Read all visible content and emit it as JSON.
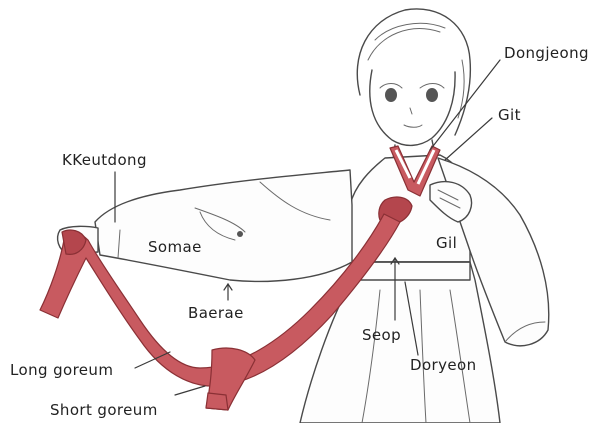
{
  "labels": {
    "dongjeong": "Dongjeong",
    "git": "Git",
    "kkeutdong": "KKeutdong",
    "somae": "Somae",
    "gil": "Gil",
    "baerae": "Baerae",
    "seop": "Seop",
    "doryeon": "Doryeon",
    "long_goreum": "Long goreum",
    "short_goreum": "Short goreum"
  },
  "colors": {
    "goreum_ribbon": "#c85a60",
    "line_art": "#4a4a4a"
  }
}
